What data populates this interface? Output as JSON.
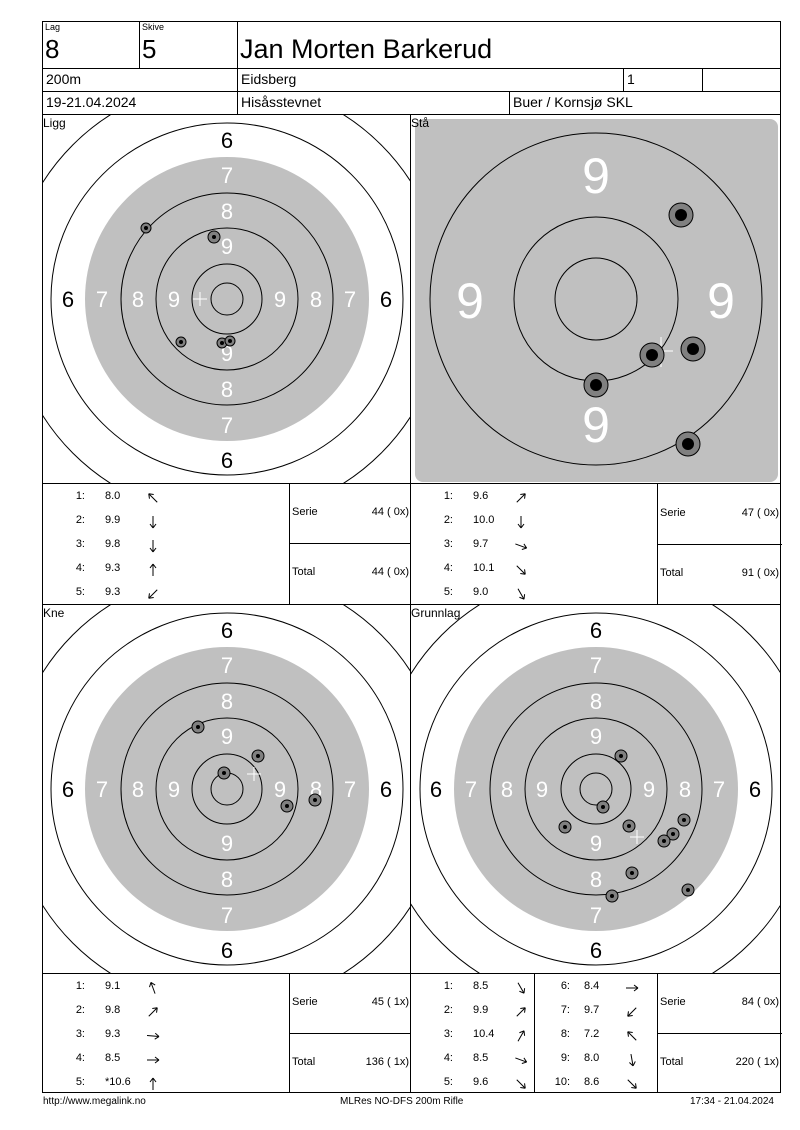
{
  "header": {
    "lag_label": "Lag",
    "lag_value": "8",
    "skive_label": "Skive",
    "skive_value": "5",
    "name": "Jan Morten Barkerud",
    "distance": "200m",
    "club": "Eidsberg",
    "klasse": "1",
    "date": "19-21.04.2024",
    "event": "Hisåsstevnet",
    "location": "Buer / Kornsjø SKL"
  },
  "targets": [
    {
      "id": "ligg",
      "label": "Ligg",
      "shots": [
        {
          "n": "1:",
          "v": "8.0",
          "dir": 315
        },
        {
          "n": "2:",
          "v": "9.9",
          "dir": 180
        },
        {
          "n": "3:",
          "v": "9.8",
          "dir": 180
        },
        {
          "n": "4:",
          "v": "9.3",
          "dir": 0
        },
        {
          "n": "5:",
          "v": "9.3",
          "dir": 225
        }
      ],
      "serie_label": "Serie",
      "serie_value": "44 ( 0x)",
      "total_label": "Total",
      "total_value": "44 ( 0x)"
    },
    {
      "id": "sta",
      "label": "Stå",
      "shots": [
        {
          "n": "1:",
          "v": "9.6",
          "dir": 45
        },
        {
          "n": "2:",
          "v": "10.0",
          "dir": 180
        },
        {
          "n": "3:",
          "v": "9.7",
          "dir": 110
        },
        {
          "n": "4:",
          "v": "10.1",
          "dir": 135
        },
        {
          "n": "5:",
          "v": "9.0",
          "dir": 150
        }
      ],
      "serie_label": "Serie",
      "serie_value": "47 ( 0x)",
      "total_label": "Total",
      "total_value": "91 ( 0x)"
    },
    {
      "id": "kne",
      "label": "Kne",
      "shots": [
        {
          "n": "1:",
          "v": "9.1",
          "dir": 340
        },
        {
          "n": "2:",
          "v": "9.8",
          "dir": 45
        },
        {
          "n": "3:",
          "v": "9.3",
          "dir": 95
        },
        {
          "n": "4:",
          "v": "8.5",
          "dir": 90
        },
        {
          "n": "5:",
          "v": "*10.6",
          "dir": 0
        }
      ],
      "serie_label": "Serie",
      "serie_value": "45 ( 1x)",
      "total_label": "Total",
      "total_value": "136 ( 1x)"
    },
    {
      "id": "grunnlag",
      "label": "Grunnlag",
      "shots": [
        {
          "n": "1:",
          "v": "8.5",
          "dir": 150
        },
        {
          "n": "2:",
          "v": "9.9",
          "dir": 45
        },
        {
          "n": "3:",
          "v": "10.4",
          "dir": 30
        },
        {
          "n": "4:",
          "v": "8.5",
          "dir": 110
        },
        {
          "n": "5:",
          "v": "9.6",
          "dir": 135
        },
        {
          "n": "6:",
          "v": "8.4",
          "dir": 90
        },
        {
          "n": "7:",
          "v": "9.7",
          "dir": 225
        },
        {
          "n": "8:",
          "v": "7.2",
          "dir": 315
        },
        {
          "n": "9:",
          "v": "8.0",
          "dir": 170
        },
        {
          "n": "10:",
          "v": "8.6",
          "dir": 135
        }
      ],
      "serie_label": "Serie",
      "serie_value": "84 ( 0x)",
      "total_label": "Total",
      "total_value": "220 ( 1x)"
    }
  ],
  "ring_labels": {
    "six": "6",
    "seven": "7",
    "eight": "8",
    "nine": "9"
  },
  "footer": {
    "url": "http://www.megalink.no",
    "program": "MLRes NO-DFS 200m Rifle",
    "timestamp": "17:34 - 21.04.2024"
  },
  "colors": {
    "black_ring": "#c0c0c0",
    "ink": "#000000",
    "shot_fill": "#808080"
  }
}
